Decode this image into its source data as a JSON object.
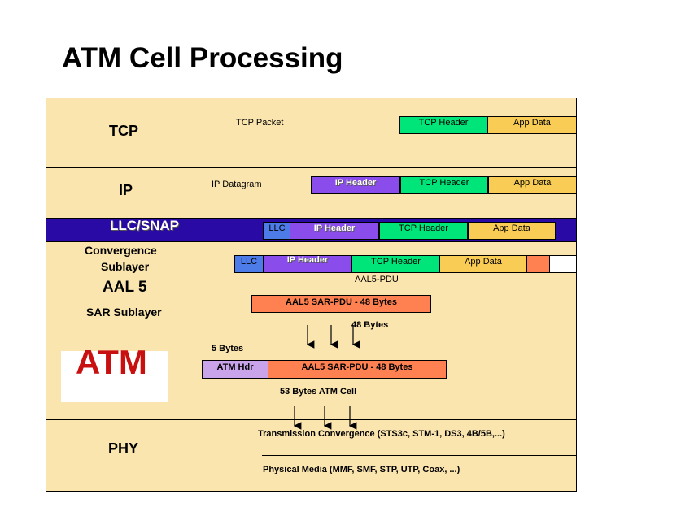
{
  "title": "ATM Cell Processing",
  "colors": {
    "panel": "#FBE5AE",
    "llc_band": "#2A0AA4",
    "tcp_header": "#00E57A",
    "app_data": "#F9CD55",
    "ip_header": "#8A4DEB",
    "llc": "#4D7BE8",
    "sar_pdu": "#FF8050",
    "atm_hdr": "#C9A4EB",
    "atm_logo": "#C81010"
  },
  "layers": {
    "tcp": "TCP",
    "ip": "IP",
    "llc_snap": "LLC/SNAP",
    "convergence_line1": "Convergence",
    "convergence_line2": "Sublayer",
    "aal5": "AAL 5",
    "sar": "SAR Sublayer",
    "atm": "ATM",
    "phy": "PHY"
  },
  "tcp_row": {
    "label": "TCP Packet",
    "tcp_header": "TCP Header",
    "app_data": "App Data"
  },
  "ip_row": {
    "label": "IP Datagram",
    "ip_header": "IP Header",
    "tcp_header": "TCP Header",
    "app_data": "App Data"
  },
  "llc_row": {
    "llc": "LLC",
    "ip_header": "IP Header",
    "tcp_header": "TCP Header",
    "app_data": "App Data"
  },
  "cs_row": {
    "llc": "LLC",
    "ip_header": "IP Header",
    "tcp_header": "TCP Header",
    "app_data": "App Data",
    "caption": "AAL5-PDU"
  },
  "sar_row": {
    "pdu": "AAL5  SAR-PDU - 48 Bytes",
    "bytes_label": "48 Bytes"
  },
  "atm_row": {
    "bytes_label": "5 Bytes",
    "hdr": "ATM Hdr",
    "pdu": "AAL5  SAR-PDU - 48 Bytes",
    "caption": "53 Bytes ATM Cell"
  },
  "phy_row": {
    "tc": "Transmission Convergence (STS3c, STM-1, DS3, 4B/5B,...)",
    "pm": "Physical Media (MMF, SMF, STP, UTP, Coax, ...)"
  }
}
